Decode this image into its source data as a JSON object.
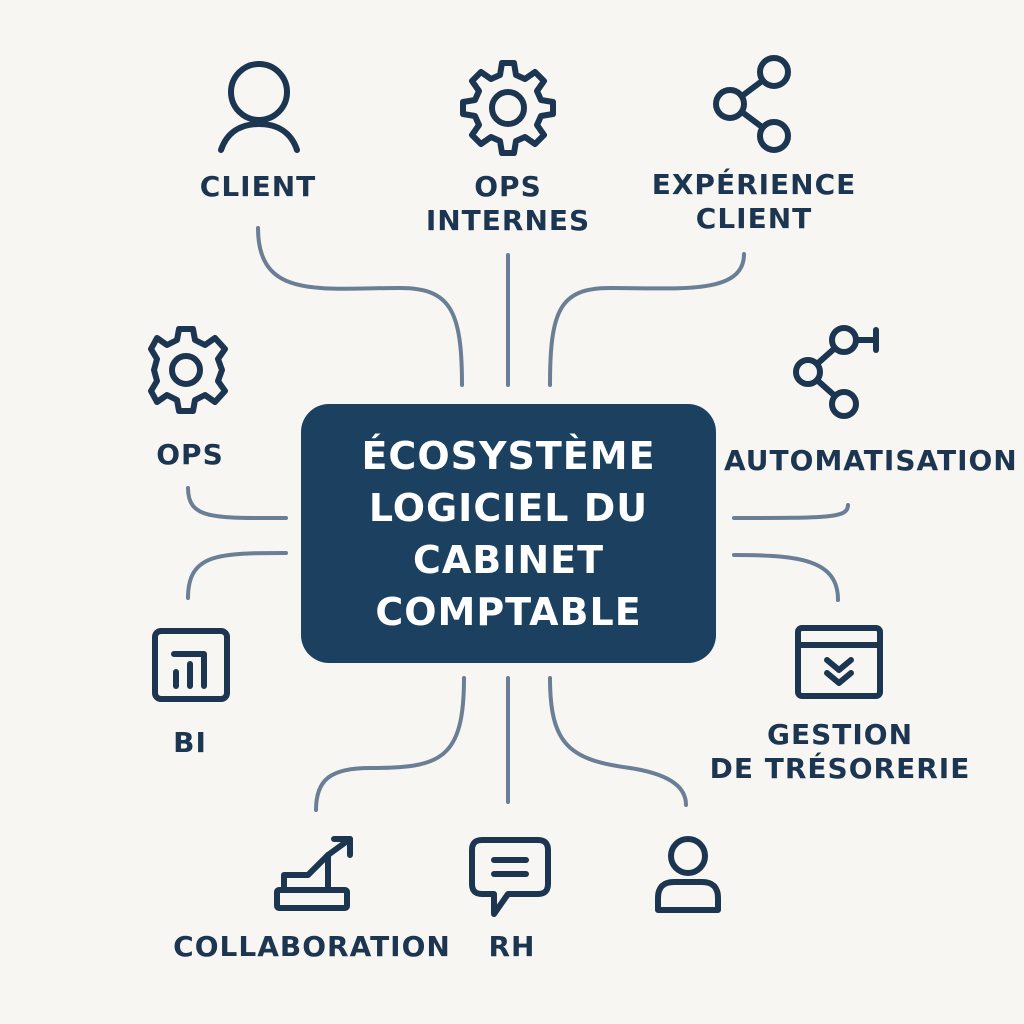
{
  "hub": {
    "lines": [
      "ÉCOSYSTÈME",
      "LOGICIEL DU",
      "CABINET",
      "COMPTABLE"
    ]
  },
  "nodes": {
    "client": {
      "lines": [
        "CLIENT"
      ],
      "icon": "user-icon"
    },
    "ops_internes": {
      "lines": [
        "OPS",
        "INTERNES"
      ],
      "icon": "gear-icon"
    },
    "experience_client": {
      "lines": [
        "EXPÉRIENCE",
        "CLIENT"
      ],
      "icon": "share-icon"
    },
    "ops": {
      "lines": [
        "OPS"
      ],
      "icon": "cog-icon"
    },
    "automatisation": {
      "lines": [
        "AUTOMATISATION"
      ],
      "icon": "workflow-icon"
    },
    "bi": {
      "lines": [
        "BI"
      ],
      "icon": "bar-chart-icon"
    },
    "gestion_tresorerie": {
      "lines": [
        "GESTION",
        "DE TRÉSORERIE"
      ],
      "icon": "download-window-icon"
    },
    "collaboration": {
      "lines": [
        "COLLABORATION"
      ],
      "icon": "growth-arrow-icon"
    },
    "rh": {
      "lines": [
        "RH"
      ],
      "icon": "chat-icon"
    },
    "user": {
      "icon": "person-icon"
    }
  },
  "colors": {
    "hub_fill": "#1c4060",
    "text": "#1c3550",
    "connector": "#6a7e96",
    "background": "#f7f6f3"
  }
}
